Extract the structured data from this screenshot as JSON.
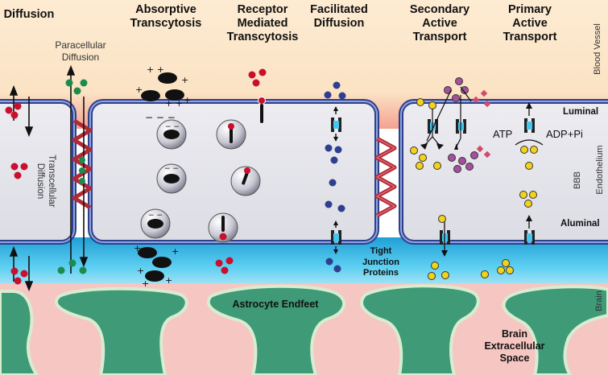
{
  "headings": {
    "diffusion": "Diffusion",
    "absorptive": [
      "Absorptive",
      "Transcytosis"
    ],
    "receptor": [
      "Receptor",
      "Mediated",
      "Transcytosis"
    ],
    "facilitated": [
      "Facilitated",
      "Diffusion"
    ],
    "secondary": [
      "Secondary",
      "Active",
      "Transport"
    ],
    "primary": [
      "Primary",
      "Active",
      "Transport"
    ]
  },
  "labels": {
    "paracellular": [
      "Paracellular",
      "Diffusion"
    ],
    "transcellular": [
      "Transcellular",
      "Diffusion"
    ],
    "luminal": "Luminal",
    "aluminal": "Aluminal",
    "tight_junction": [
      "Tight",
      "Junction",
      "Proteins"
    ],
    "atp": "ATP",
    "adp": "ADP+Pi",
    "astrocyte": "Astrocyte Endfeet",
    "brain_ecs": [
      "Brain",
      "Extracellular",
      "Space"
    ]
  },
  "regions": {
    "blood_vessel": "Blood Vessel",
    "bbb": "BBB",
    "endothelium": "Endothelium",
    "brain": "Brain"
  },
  "colors": {
    "blood": "#fbe3c4",
    "blood_pink": "#f6a89c",
    "cell_body": "#e4e4ea",
    "membrane": "#2f3f8f",
    "membrane_light": "#8fa6da",
    "cyan": "#46c6ee",
    "astrocyte": "#3f9a78",
    "astrocyte_edge": "#d8ecd0",
    "brain_ecs": "#f6c6c2",
    "junction": "#b02a36",
    "red_molecule": "#c8102e",
    "green_molecule": "#1d8a4e",
    "blue_molecule": "#2f3f8f",
    "yellow_molecule": "#f3d21c",
    "purple_molecule": "#a64f9e"
  }
}
